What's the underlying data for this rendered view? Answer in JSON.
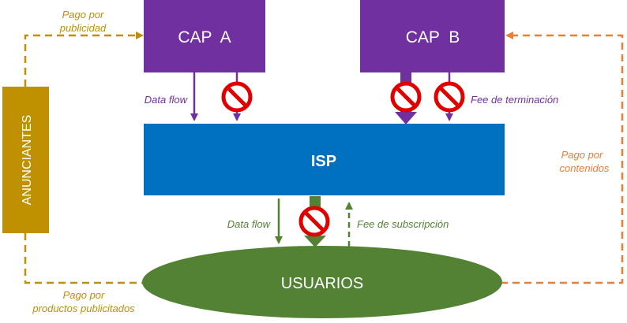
{
  "nodes": {
    "cap_a": "CAP  A",
    "cap_b": "CAP  B",
    "isp": "ISP",
    "usuarios": "USUARIOS",
    "anunciantes": "ANUNCIANTES"
  },
  "labels": {
    "pago_publicidad_1": "Pago por",
    "pago_publicidad_2": "publicidad",
    "data_flow_top": "Data flow",
    "fee_terminacion": "Fee de terminación",
    "pago_contenidos_1": "Pago por",
    "pago_contenidos_2": "contenidos",
    "data_flow_bottom": "Data flow",
    "fee_subscripcion": "Fee de subscripción",
    "pago_productos_1": "Pago por",
    "pago_productos_2": "productos publicitados"
  },
  "icons": {
    "blocked": "prohibited-icon"
  },
  "colors": {
    "cap": "#7030a0",
    "isp": "#0070c0",
    "usuarios": "#548235",
    "anunciantes": "#bf9000",
    "advertising_line": "#bf9000",
    "content_line": "#ed7d31",
    "prohibited": "#e00000"
  }
}
